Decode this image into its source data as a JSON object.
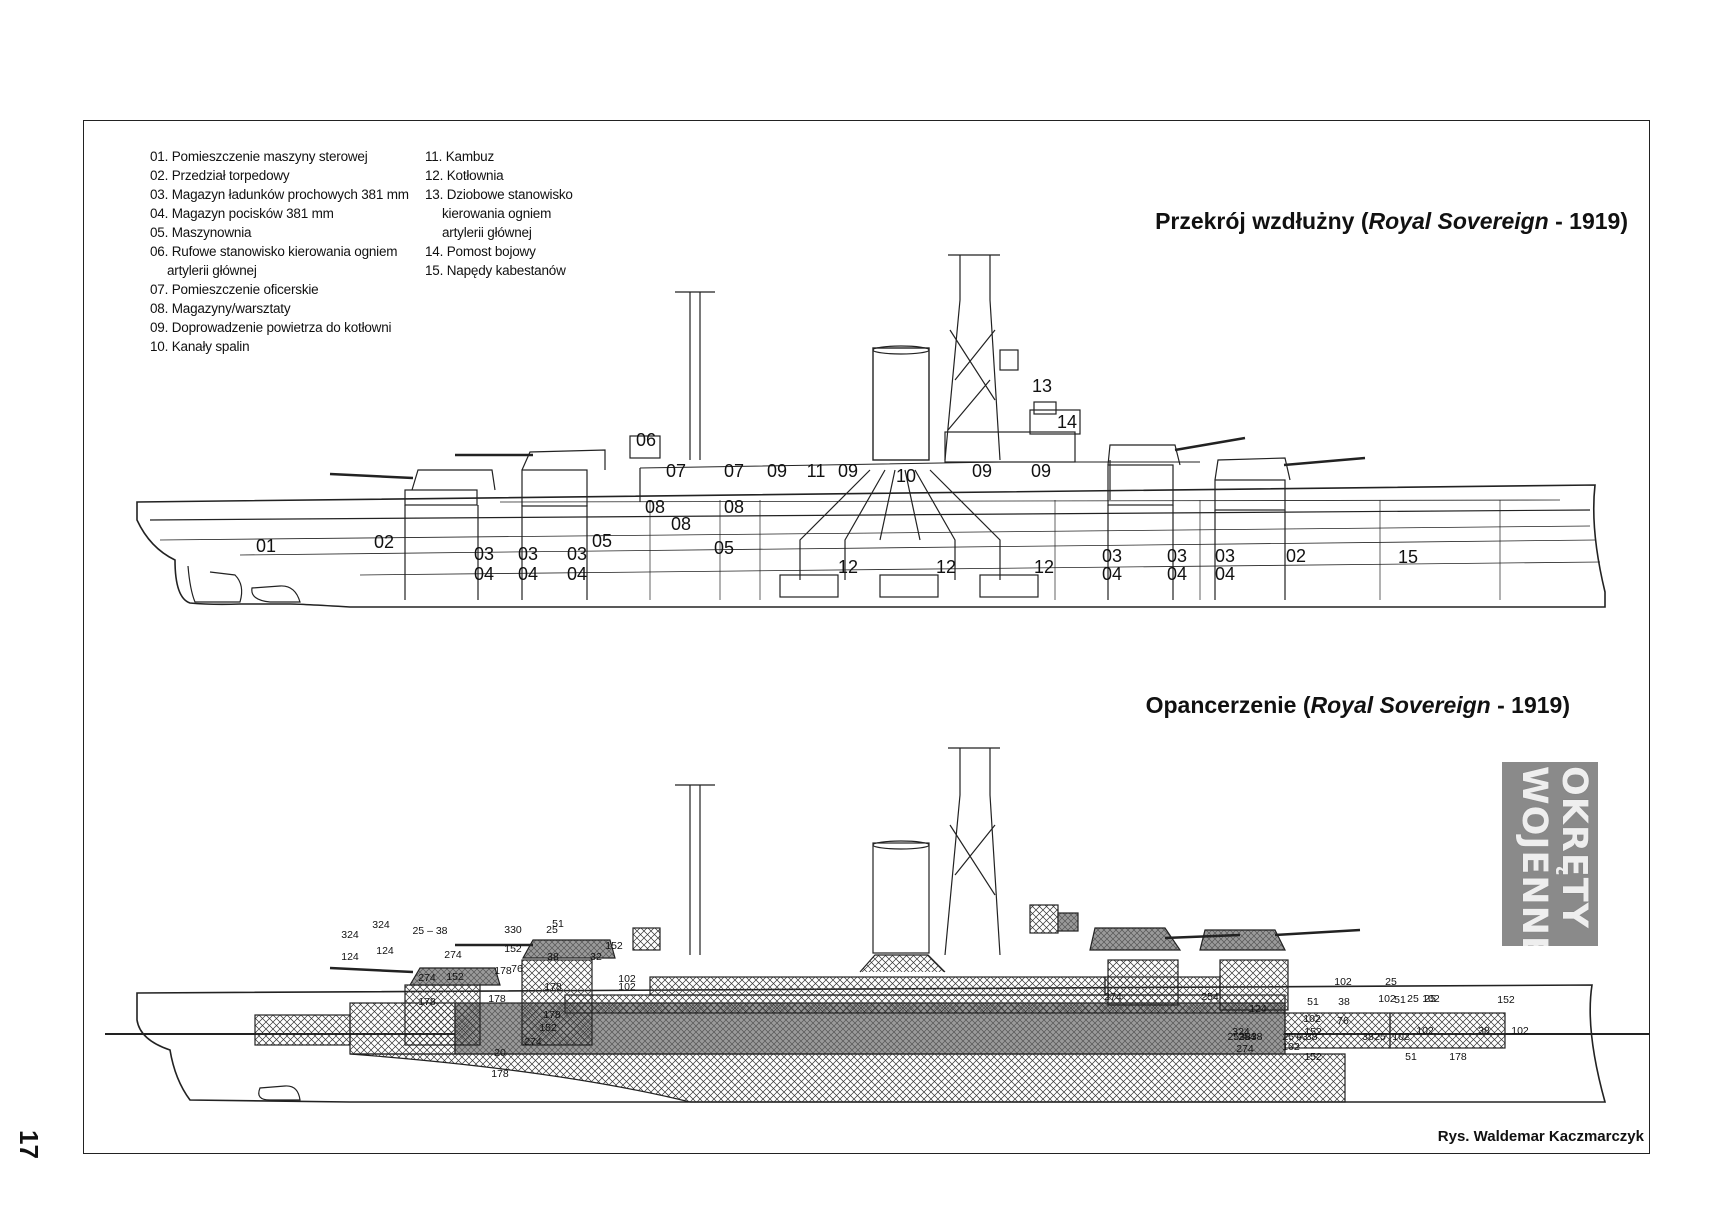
{
  "legend_left": [
    "01. Pomieszczenie maszyny sterowej",
    "02. Przedział torpedowy",
    "03. Magazyn ładunków prochowych 381 mm",
    "04. Magazyn pocisków 381 mm",
    "05. Maszynownia",
    "06. Rufowe stanowisko kierowania ogniem",
    "artylerii głównej",
    "07. Pomieszczenie oficerskie",
    "08. Magazyny/warsztaty",
    "09. Doprowadzenie powietrza do kotłowni",
    "10. Kanały spalin"
  ],
  "legend_right": [
    "11. Kambuz",
    "12. Kotłownia",
    "13. Dziobowe stanowisko",
    "kierowania ogniem",
    "artylerii głównej",
    "14. Pomost bojowy",
    "15. Napędy kabestanów"
  ],
  "title1": {
    "prefix": "Przekrój wzdłużny (",
    "ship": "Royal Sovereign",
    "suffix": " - 1919)"
  },
  "title2": {
    "prefix": "Opancerzenie (",
    "ship": "Royal Sovereign",
    "suffix": " - 1919)"
  },
  "credit": "Rys. Waldemar Kaczmarczyk",
  "page_number": "17",
  "logo_text": "OKRĘTY\nWOJENNE",
  "section_labels": [
    "01",
    "02",
    "03",
    "04",
    "03",
    "04",
    "03",
    "04",
    "05",
    "05",
    "06",
    "07",
    "07",
    "08",
    "08",
    "08",
    "09",
    "11",
    "09",
    "10",
    "09",
    "09",
    "12",
    "12",
    "12",
    "13",
    "14",
    "03",
    "04",
    "03",
    "04",
    "03",
    "04",
    "02",
    "15"
  ],
  "armor_labels": [
    "25 – 38",
    "324",
    "124",
    "274",
    "152",
    "124",
    "324",
    "274",
    "178",
    "178",
    "178",
    "51",
    "25",
    "32",
    "152",
    "152",
    "330",
    "38",
    "76",
    "102",
    "102",
    "178",
    "178",
    "152",
    "274",
    "20",
    "178",
    "274",
    "254",
    "124",
    "324",
    "274",
    "152",
    "254",
    "25 – 38",
    "38",
    "51",
    "38",
    "102",
    "25",
    "102",
    "25",
    "152",
    "102",
    "25",
    "38",
    "63",
    "25 – 38",
    "102",
    "76",
    "102",
    "51",
    "25",
    "102",
    "102",
    "51",
    "178",
    "152",
    "38",
    "102"
  ]
}
